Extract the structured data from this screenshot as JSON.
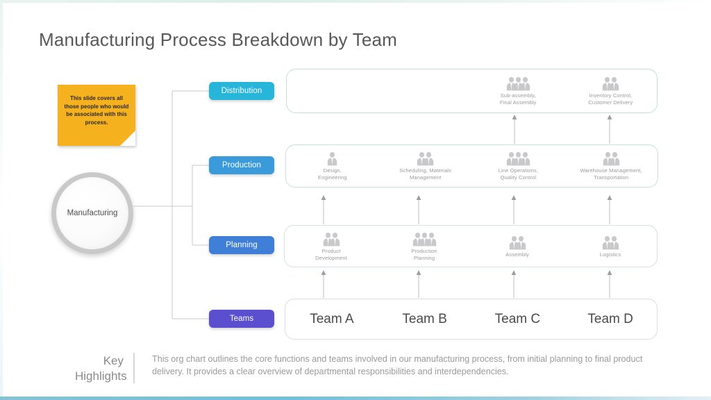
{
  "slide": {
    "title": "Manufacturing Process Breakdown by Team",
    "accent_top": "#e0efe9",
    "accent_bottom": "#58b4d4"
  },
  "sticky_note": {
    "text": "This slide covers all those people who would be associated with this process.",
    "color": "#f6b11f"
  },
  "root_node": {
    "label": "Manufacturing"
  },
  "levels": [
    {
      "key": "distribution",
      "label": "Distribution",
      "color": "#27b5d9"
    },
    {
      "key": "production",
      "label": "Production",
      "color": "#3a9ada"
    },
    {
      "key": "planning",
      "label": "Planning",
      "color": "#3f7fd8"
    },
    {
      "key": "teams",
      "label": "Teams",
      "color": "#5b4fd0"
    }
  ],
  "rows": {
    "distribution": {
      "cells": [
        {
          "caption": "",
          "people": 0
        },
        {
          "caption": "",
          "people": 0
        },
        {
          "caption": "Sub-assembly,\nFinal Assembly",
          "people": 3
        },
        {
          "caption": "Inventory Control,\nCustomer Delivery",
          "people": 2
        }
      ]
    },
    "production": {
      "cells": [
        {
          "caption": "Design,\nEngineering",
          "people": 1
        },
        {
          "caption": "Scheduling, Materials\nManagement",
          "people": 2
        },
        {
          "caption": "Line Operations,\nQuality Control",
          "people": 3
        },
        {
          "caption": "Warehouse Management,\nTransportation",
          "people": 2
        }
      ]
    },
    "planning": {
      "cells": [
        {
          "caption": "Product\nDevelopment",
          "people": 2
        },
        {
          "caption": "Production\nPlanning",
          "people": 3
        },
        {
          "caption": "Assembly",
          "people": 2
        },
        {
          "caption": "Logistics",
          "people": 2
        }
      ]
    },
    "teams": {
      "cells": [
        {
          "caption": "Team A"
        },
        {
          "caption": "Team B"
        },
        {
          "caption": "Team C"
        },
        {
          "caption": "Team D"
        }
      ]
    }
  },
  "footer": {
    "label": "Key\nHighlights",
    "text": "This org chart outlines the core functions and teams involved in our manufacturing process, from initial planning to final product delivery. It provides a clear overview of departmental responsibilities and interdependencies."
  }
}
